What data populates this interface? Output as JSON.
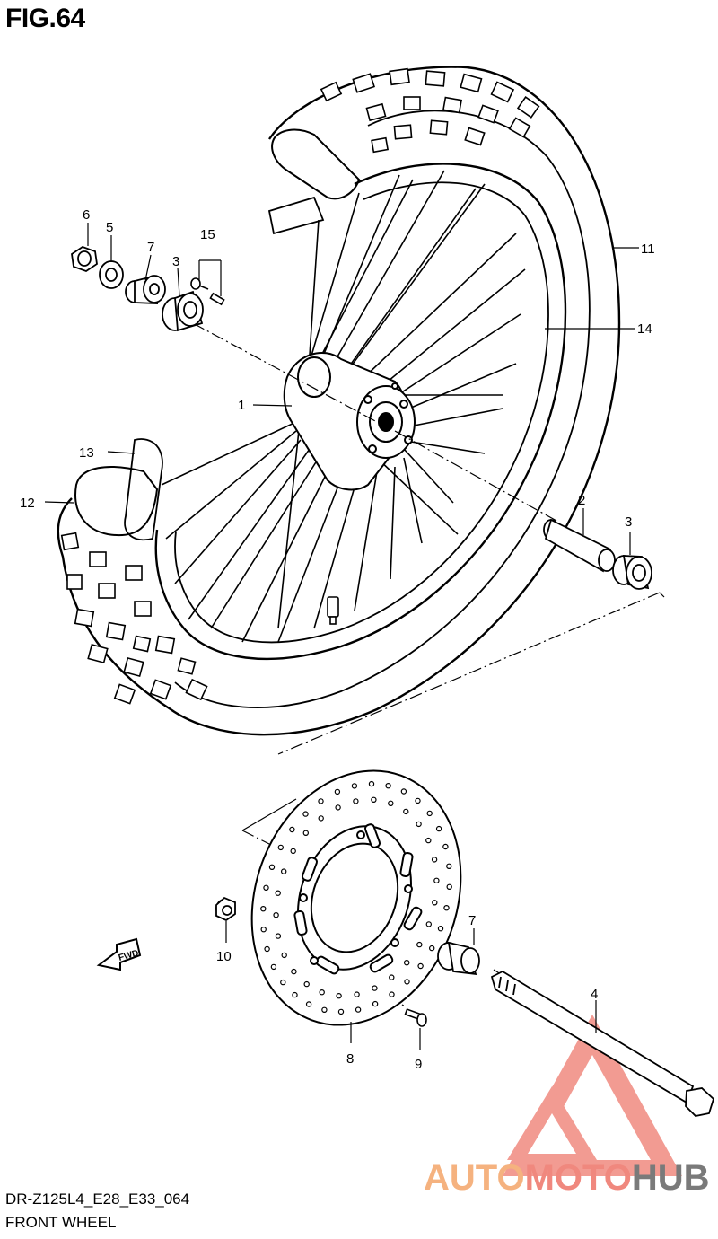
{
  "figure": {
    "title": "FIG.64",
    "model_code": "DR-Z125L4_E28_E33_064",
    "part_group": "FRONT WHEEL",
    "fwd_badge": "FWD"
  },
  "callouts": [
    {
      "id": "c1",
      "label": "1"
    },
    {
      "id": "c2",
      "label": "2"
    },
    {
      "id": "c3a",
      "label": "3"
    },
    {
      "id": "c3b",
      "label": "3"
    },
    {
      "id": "c4",
      "label": "4"
    },
    {
      "id": "c5",
      "label": "5"
    },
    {
      "id": "c6",
      "label": "6"
    },
    {
      "id": "c7a",
      "label": "7"
    },
    {
      "id": "c7b",
      "label": "7"
    },
    {
      "id": "c8",
      "label": "8"
    },
    {
      "id": "c9",
      "label": "9"
    },
    {
      "id": "c10",
      "label": "10"
    },
    {
      "id": "c11",
      "label": "11"
    },
    {
      "id": "c12",
      "label": "12"
    },
    {
      "id": "c13",
      "label": "13"
    },
    {
      "id": "c14",
      "label": "14"
    },
    {
      "id": "c15",
      "label": "15"
    }
  ],
  "watermark": {
    "part1": "AUTO",
    "part2": "MOTO",
    "part3": "HUB",
    "colors": {
      "part1": "#f5b27f",
      "part2": "#f0887e",
      "part3": "#7a7a7a",
      "logo": "#f08a80"
    }
  }
}
